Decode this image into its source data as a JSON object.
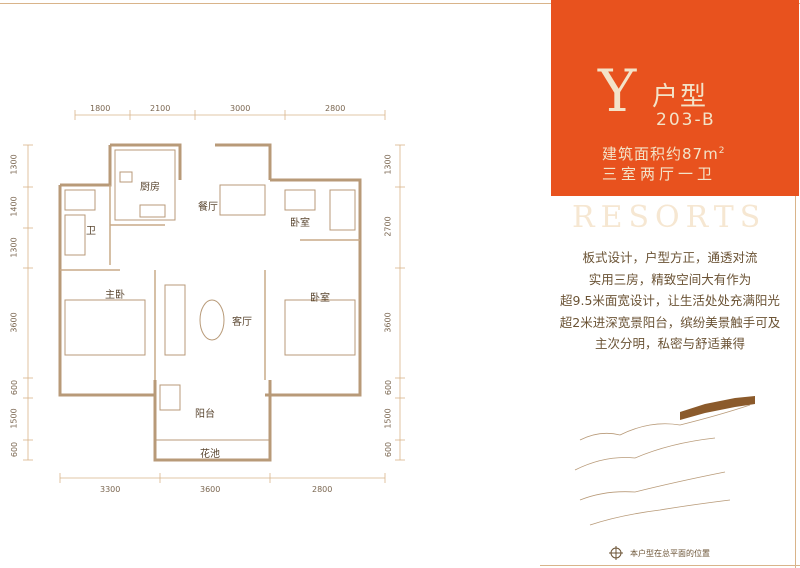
{
  "badge": {
    "letter": "Y",
    "type_label": "户型",
    "code": "203-B",
    "area_prefix": "建筑面积约87m",
    "area_sup": "2",
    "rooms": "三室两厅一卫"
  },
  "brand_watermark": "RESORTS",
  "description": [
    "板式设计，户型方正，通透对流",
    "实用三房，精致空间大有作为",
    "超9.5米面宽设计，让生活处处充满阳光",
    "超2米进深宽景阳台，缤纷美景触手可及",
    "主次分明，私密与舒适兼得"
  ],
  "caption": "本户型在总平面的位置",
  "dims": {
    "top": [
      "1800",
      "2100",
      "3000",
      "2800"
    ],
    "bottom": [
      "3300",
      "3600",
      "2800"
    ],
    "left": [
      "1300",
      "1400",
      "1300",
      "3600",
      "600",
      "1500",
      "600"
    ],
    "right": [
      "1300",
      "2700",
      "3600",
      "600",
      "1500",
      "600"
    ]
  },
  "rooms": {
    "kitchen": "厨房",
    "dining": "餐厅",
    "bedroom_small": "卧室",
    "bath": "卫",
    "master": "主卧",
    "living": "客厅",
    "bedroom2": "卧室",
    "balcony": "阳台",
    "planter": "花池"
  },
  "colors": {
    "accent": "#e8521e",
    "line": "#d9b48a",
    "text": "#6b5335"
  }
}
